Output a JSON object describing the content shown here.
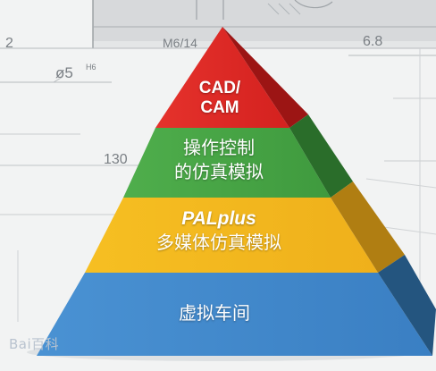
{
  "background": {
    "dimensions": [
      "2",
      "M6/14",
      "6.8",
      "ø5",
      "H6",
      "130"
    ]
  },
  "pyramid": {
    "levels": [
      {
        "lines": [
          "CAD/",
          "CAM"
        ],
        "color": "#e32a26"
      },
      {
        "lines": [
          "操作控制",
          "的仿真模拟"
        ],
        "color": "#44a043"
      },
      {
        "lines": [
          "PALplus",
          "多媒体仿真模拟"
        ],
        "color": "#f1b61f"
      },
      {
        "lines": [
          "虚拟车间"
        ],
        "color": "#3d84c7"
      }
    ]
  },
  "watermark": {
    "text": "Bai百科",
    "icon": "paw-icon"
  }
}
